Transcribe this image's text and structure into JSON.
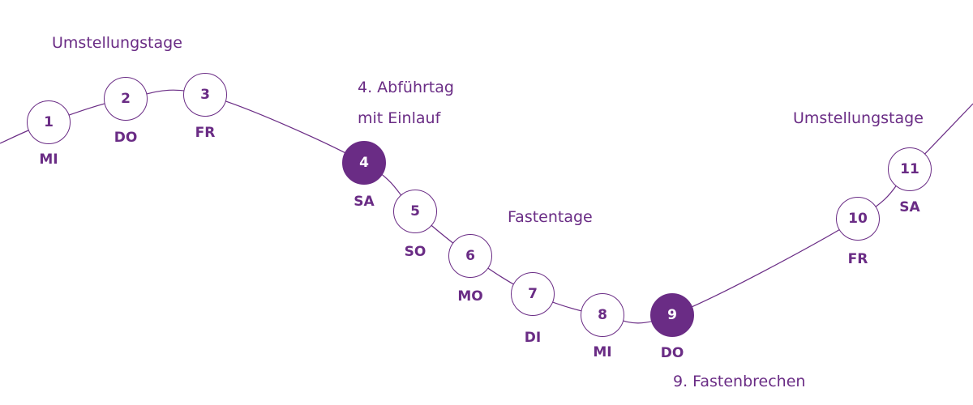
{
  "colors": {
    "accent": "#6a2c85"
  },
  "days": [
    {
      "number": "1",
      "weekday": "MI",
      "filled": false
    },
    {
      "number": "2",
      "weekday": "DO",
      "filled": false
    },
    {
      "number": "3",
      "weekday": "FR",
      "filled": false
    },
    {
      "number": "4",
      "weekday": "SA",
      "filled": true
    },
    {
      "number": "5",
      "weekday": "SO",
      "filled": false
    },
    {
      "number": "6",
      "weekday": "MO",
      "filled": false
    },
    {
      "number": "7",
      "weekday": "DI",
      "filled": false
    },
    {
      "number": "8",
      "weekday": "MI",
      "filled": false
    },
    {
      "number": "9",
      "weekday": "DO",
      "filled": true
    },
    {
      "number": "10",
      "weekday": "FR",
      "filled": false
    },
    {
      "number": "11",
      "weekday": "SA",
      "filled": false
    }
  ],
  "notes": {
    "umstellung_start": "Umstellungstage",
    "abfuehrtag_line1": "4. Abführtag",
    "abfuehrtag_line2": "mit Einlauf",
    "fastentage": "Fastentage",
    "umstellung_end": "Umstellungstage",
    "fastenbrechen": "9. Fastenbrechen"
  }
}
